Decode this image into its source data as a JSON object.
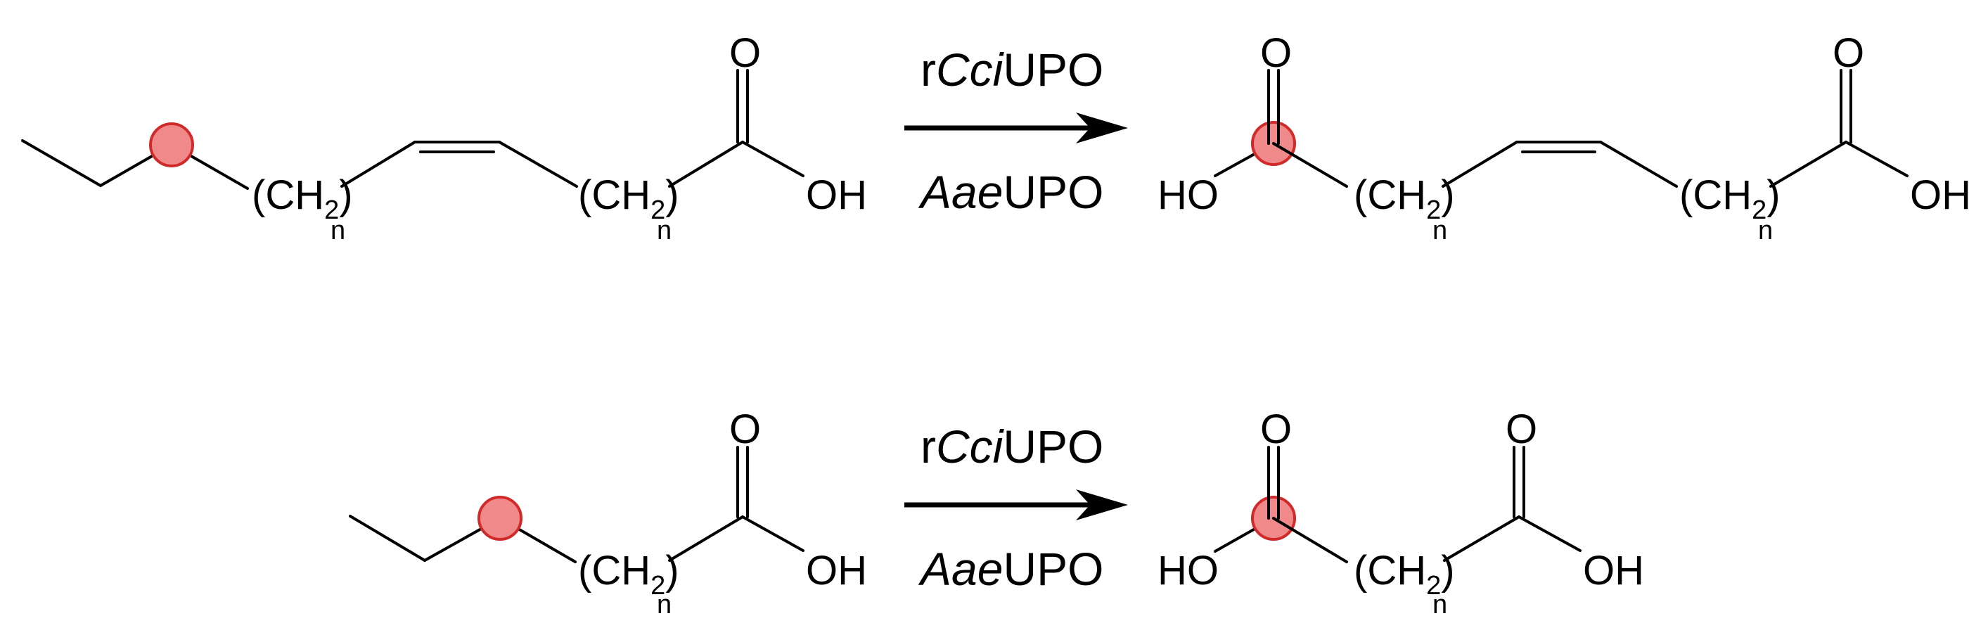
{
  "colors": {
    "highlight_fill": "#f08a8a",
    "highlight_stroke": "#d02a2a",
    "bond": "#000000"
  },
  "labels": {
    "ch2": "(CH",
    "ch2_close": ")",
    "sub_2": "2",
    "sub_n": "n",
    "oh": "OH",
    "ho": "HO",
    "o": "O"
  },
  "reactions": [
    {
      "enzyme_top": {
        "prefix": "r",
        "italic": "Cci",
        "suffix": "UPO"
      },
      "enzyme_bottom": {
        "italic": "Aae",
        "suffix": "UPO"
      }
    },
    {
      "enzyme_top": {
        "prefix": "r",
        "italic": "Cci",
        "suffix": "UPO"
      },
      "enzyme_bottom": {
        "italic": "Aae",
        "suffix": "UPO"
      }
    }
  ]
}
